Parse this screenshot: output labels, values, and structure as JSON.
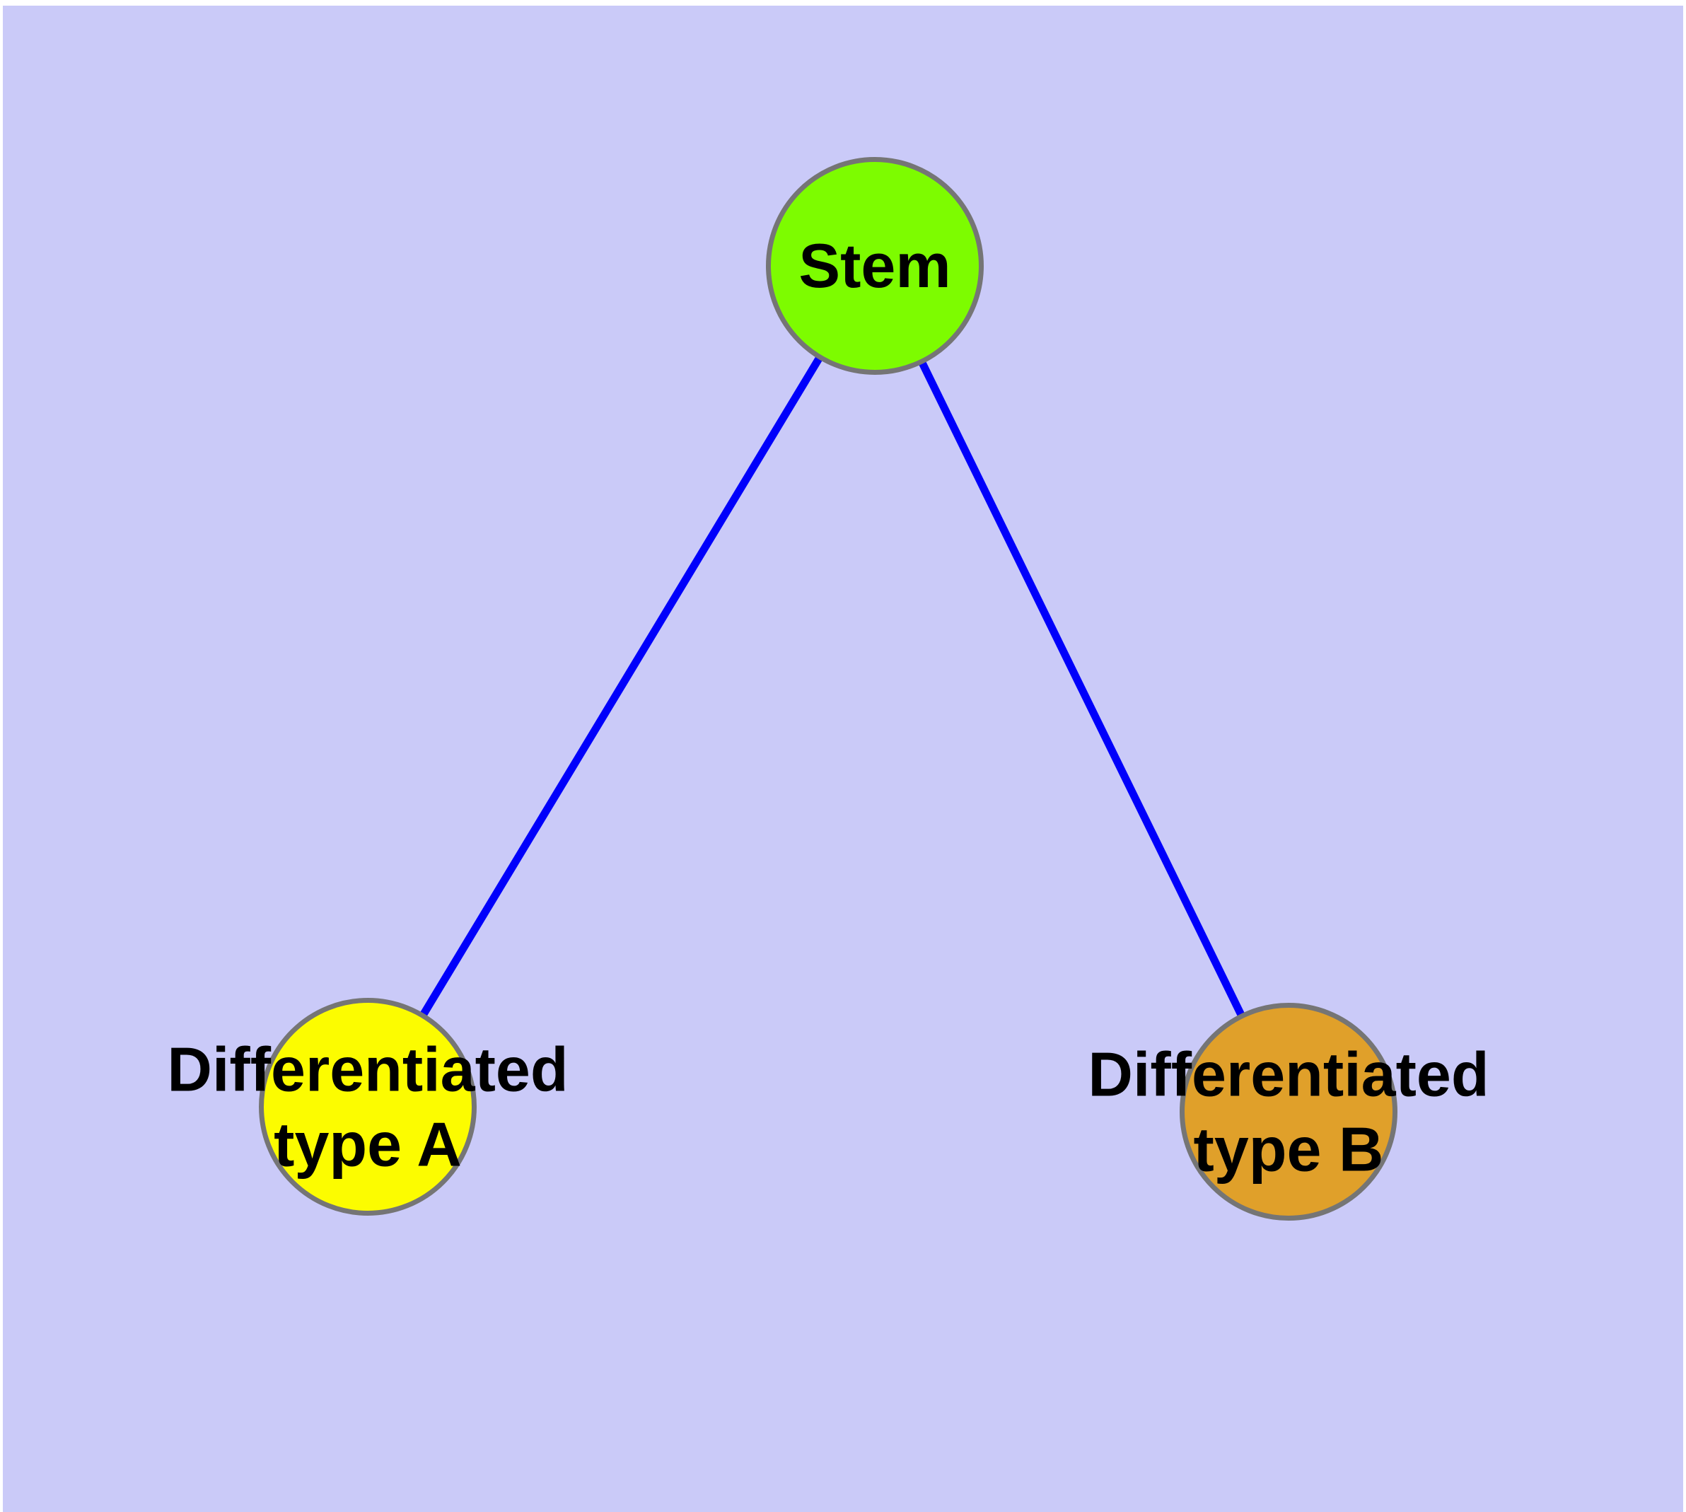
{
  "diagram": {
    "background_color": "#cacaf8",
    "edge_color": "#0000fb",
    "node_border_color": "#757575",
    "label_color": "#000000",
    "nodes": [
      {
        "id": "stem",
        "fill": "#7dfc00",
        "label_lines": [
          "Stem"
        ]
      },
      {
        "id": "differentiated-type-a",
        "fill": "#fcfc00",
        "label_lines": [
          "Differentiated",
          "type A"
        ]
      },
      {
        "id": "differentiated-type-b",
        "fill": "#e0a02a",
        "label_lines": [
          "Differentiated",
          "type B"
        ]
      }
    ],
    "edges": [
      {
        "from": "stem",
        "to": "differentiated-type-a"
      },
      {
        "from": "stem",
        "to": "differentiated-type-b"
      }
    ]
  }
}
